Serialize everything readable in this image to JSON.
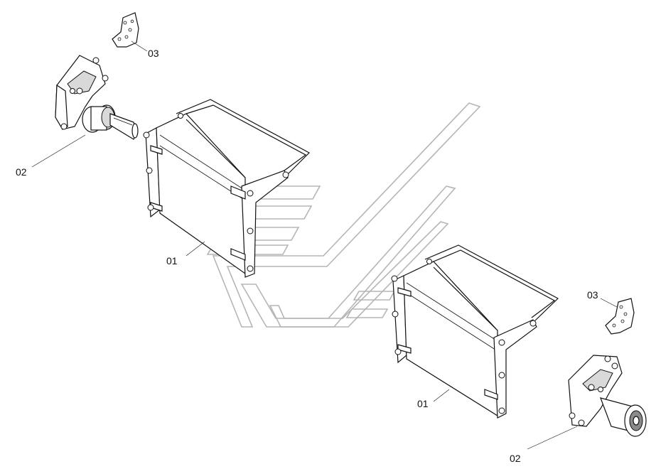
{
  "callouts": {
    "frame_upper": "01",
    "frame_lower": "01",
    "bracket_upper": "02",
    "bracket_lower": "02",
    "plate_upper": "03",
    "plate_lower": "03"
  }
}
